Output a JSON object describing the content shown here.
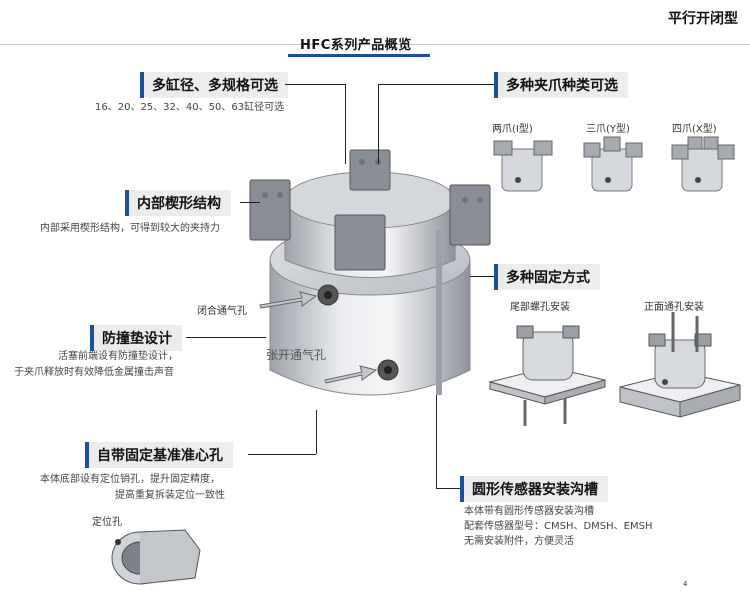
{
  "header": {
    "title": "平行开闭型",
    "section_title": "HFC系列产品概览"
  },
  "features": {
    "bore": {
      "label": "多缸径、多规格可选",
      "desc": "16、20、25、32、40、50、63缸径可选"
    },
    "wedge": {
      "label": "内部楔形结构",
      "desc": "内部采用楔形结构，可得到较大的夹持力"
    },
    "cushion": {
      "label": "防撞垫设计",
      "desc_lines": [
        "活塞前端设有防撞垫设计，",
        "于夹爪释放时有效降低金属撞击声音"
      ]
    },
    "locating": {
      "label": "自带固定基准准心孔",
      "desc_lines": [
        "本体底部设有定位销孔，提升固定精度，",
        "提高重复拆装定位一致性"
      ],
      "sub_label": "定位孔"
    },
    "jaws": {
      "label": "多种夹爪种类可选",
      "options": [
        "两爪(I型)",
        "三爪(Y型)",
        "四爪(X型)"
      ]
    },
    "mounting": {
      "label": "多种固定方式",
      "options": [
        "尾部螺孔安装",
        "正面通孔安装"
      ]
    },
    "sensor": {
      "label": "圆形传感器安装沟槽",
      "desc_lines": [
        "本体带有圆形传感器安装沟槽",
        "配套传感器型号：CMSH、DMSH、EMSH",
        "无需安装附件，方便灵活"
      ]
    }
  },
  "ports": {
    "close": "闭合通气孔",
    "open": "张开通气孔"
  },
  "page_mark": "4",
  "colors": {
    "accent": "#1f4e9a",
    "label_bg": "#ececec",
    "metal": "#c9ccd2"
  }
}
